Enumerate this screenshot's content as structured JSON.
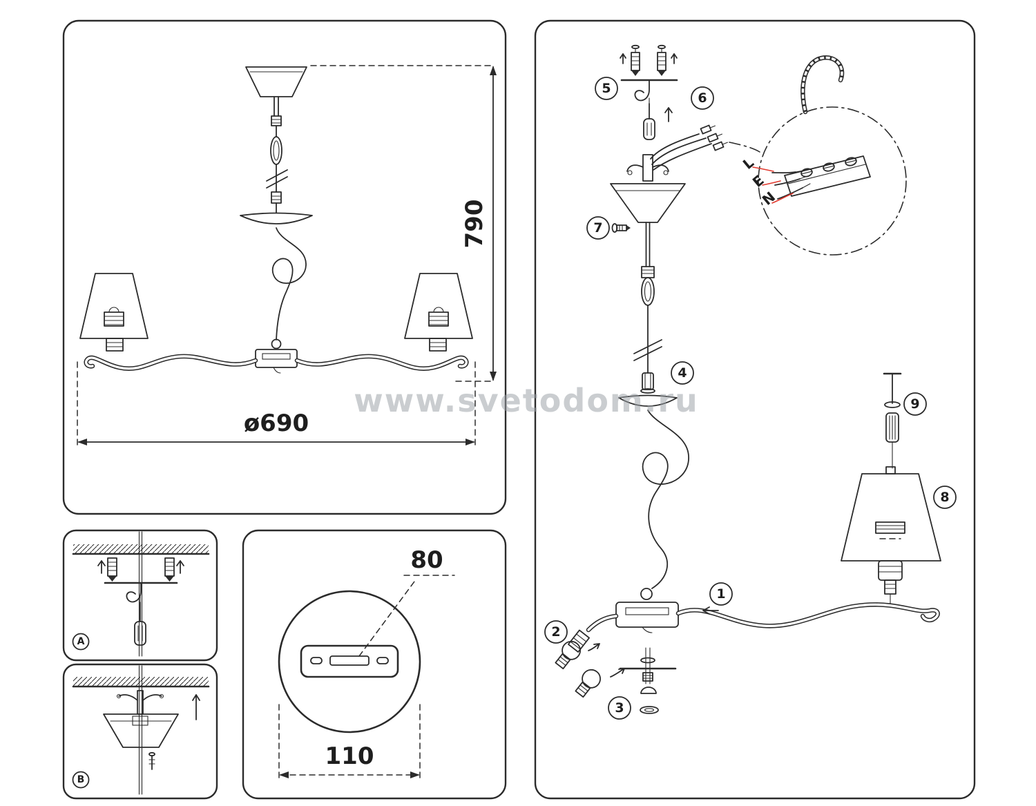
{
  "colors": {
    "line": "#2b2b2b",
    "accent_red": "#e0392e",
    "watermark": "#9aa0a6"
  },
  "watermark": {
    "text": "www.svetodom.ru"
  },
  "overview_panel": {
    "height_mm": "790",
    "diameter": "ø690"
  },
  "detail_panel": {
    "hole_spacing": "80",
    "plate_length": "110"
  },
  "mount_panels": {
    "a_label": "A",
    "b_label": "B"
  },
  "assembly_panel": {
    "step_labels": [
      "1",
      "2",
      "3",
      "4",
      "5",
      "6",
      "7",
      "8",
      "9"
    ],
    "wire_terminals": [
      "L",
      "E",
      "N"
    ]
  }
}
